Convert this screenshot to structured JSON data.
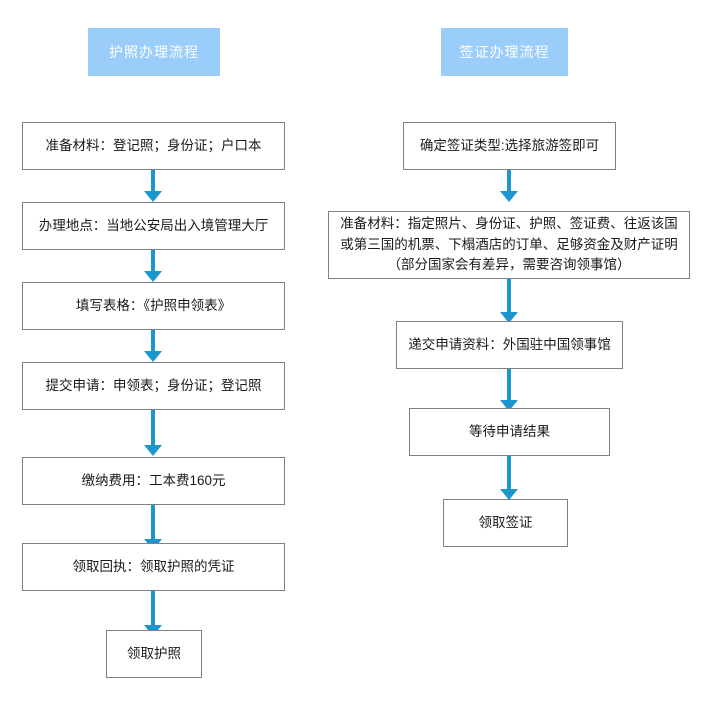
{
  "colors": {
    "header_bg": "#9BCDFB",
    "header_text": "#ffffff",
    "arrow": "#1B96CE",
    "node_border": "#808080",
    "node_bg": "#ffffff",
    "node_text": "#1a1a1a",
    "page_bg": "#ffffff"
  },
  "columns": {
    "passport": {
      "header": "护照办理流程",
      "steps": [
        {
          "label": "准备材料：登记照；身份证；户口本"
        },
        {
          "label": "办理地点：当地公安局出入境管理大厅"
        },
        {
          "label": "填写表格：《护照申领表》"
        },
        {
          "label": "提交申请：申领表；身份证；登记照"
        },
        {
          "label": "缴纳费用：工本费160元"
        },
        {
          "label": "领取回执：领取护照的凭证"
        },
        {
          "label": "领取护照"
        }
      ]
    },
    "visa": {
      "header": "签证办理流程",
      "steps": [
        {
          "label": "确定签证类型:选择旅游签即可"
        },
        {
          "line1": "准备材料：指定照片、身份证、护照、签证费、往返该国",
          "line2": "或第三国的机票、下榻酒店的订单、足够资金及财产证明",
          "line3": "（部分国家会有差异，需要咨询领事馆）"
        },
        {
          "label": "递交申请资料：外国驻中国领事馆"
        },
        {
          "label": "等待申请结果"
        },
        {
          "label": "领取签证"
        }
      ]
    }
  }
}
